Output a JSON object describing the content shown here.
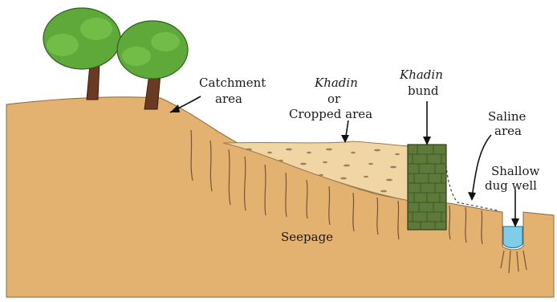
{
  "labels": {
    "catchment_line1": "Catchment",
    "catchment_line2": "area",
    "khadin_cropped_line1": "Khadin",
    "khadin_cropped_line2": "or",
    "khadin_cropped_line3": "Cropped area",
    "khadin_bund_line1": "Khadin",
    "khadin_bund_line2": "bund",
    "saline_line1": "Saline",
    "saline_line2": "area",
    "well_line1": "Shallow",
    "well_line2": "dug well",
    "seepage": "Seepage"
  },
  "colors": {
    "soil": "#E3B170",
    "soil_shadow": "#D9A460",
    "sand": "#EFD6A4",
    "bund": "#5E7A3A",
    "bund_dark": "#3F5526",
    "water": "#7FCDEB",
    "tree_foliage": "#5FA83A",
    "tree_trunk": "#6B3A22"
  }
}
